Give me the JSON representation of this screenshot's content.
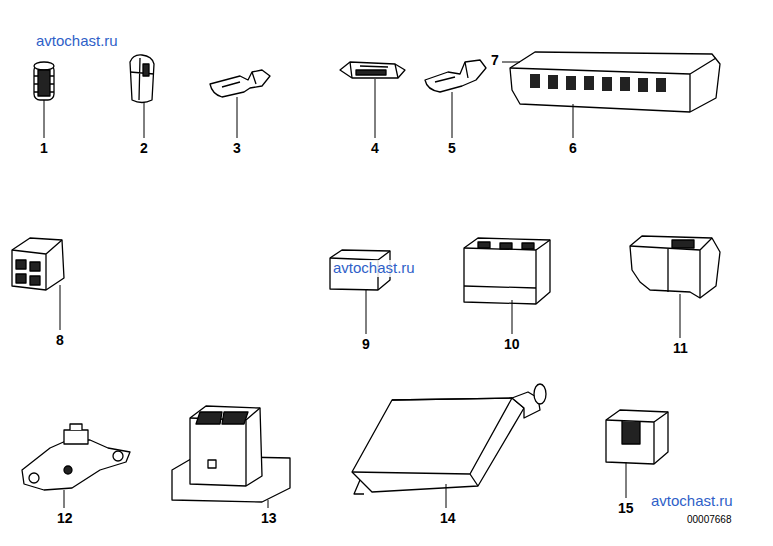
{
  "diagram": {
    "labels": [
      "avtochast.ru",
      "7",
      "1",
      "2",
      "3",
      "4",
      "5",
      "6",
      "8",
      "avtochast.ru",
      "9",
      "10",
      "11",
      "12",
      "13",
      "14",
      "15",
      "avtochast.ru",
      "00007668"
    ]
  }
}
